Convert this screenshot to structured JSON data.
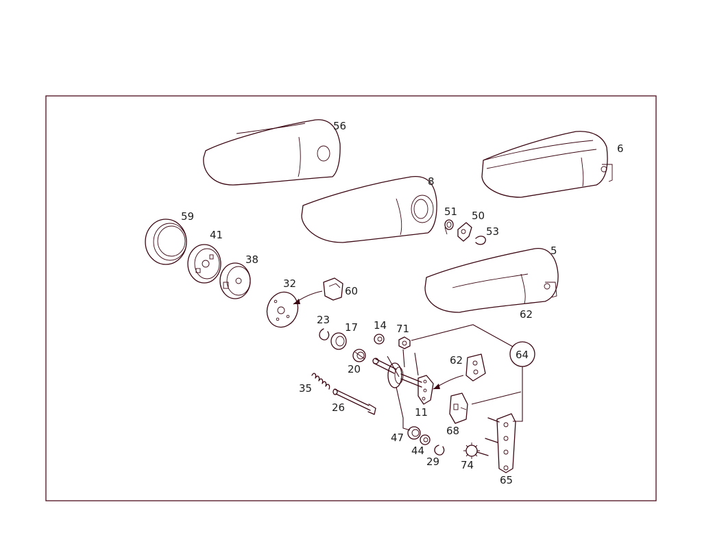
{
  "diagram": {
    "callouts": {
      "c56": "56",
      "c6": "6",
      "c8": "8",
      "c51": "51",
      "c50": "50",
      "c53": "53",
      "c5": "5",
      "c62a": "62",
      "c59": "59",
      "c41": "41",
      "c38": "38",
      "c32": "32",
      "c60": "60",
      "c23": "23",
      "c17": "17",
      "c14": "14",
      "c71": "71",
      "c20": "20",
      "c62b": "62",
      "c64": "64",
      "c35": "35",
      "c26": "26",
      "c11": "11",
      "c68": "68",
      "c47": "47",
      "c44": "44",
      "c29": "29",
      "c74": "74",
      "c65": "65"
    },
    "colors": {
      "line": "#3a0612",
      "frame": "#4a0a1a",
      "text": "#1c1c1c",
      "background": "#ffffff"
    }
  }
}
